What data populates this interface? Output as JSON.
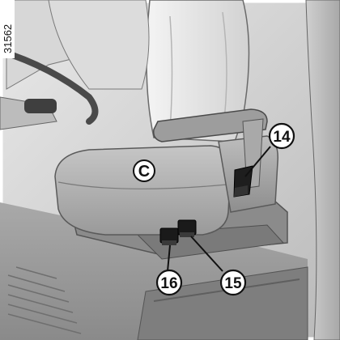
{
  "figure": {
    "id_label": "31562",
    "callouts": [
      {
        "key": "c",
        "label": "C"
      },
      {
        "key": "14",
        "label": "14"
      },
      {
        "key": "15",
        "label": "15"
      },
      {
        "key": "16",
        "label": "16"
      }
    ]
  }
}
